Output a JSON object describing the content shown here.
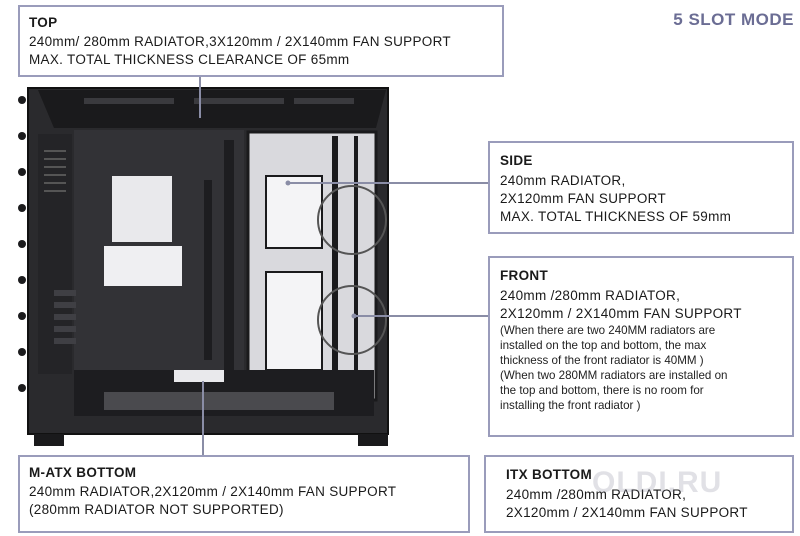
{
  "mode_label": "5 SLOT MODE",
  "top": {
    "title": "TOP",
    "lines": [
      "240mm/ 280mm RADIATOR,3X120mm / 2X140mm FAN SUPPORT",
      "MAX. TOTAL THICKNESS CLEARANCE OF 65mm"
    ]
  },
  "side": {
    "title": "SIDE",
    "lines": [
      "240mm RADIATOR,",
      "2X120mm FAN SUPPORT",
      "MAX. TOTAL THICKNESS OF 59mm"
    ]
  },
  "front": {
    "title": "FRONT",
    "lines": [
      "240mm /280mm RADIATOR,",
      "2X120mm / 2X140mm FAN SUPPORT"
    ],
    "notes": [
      "(When there are two 240MM radiators are",
      "installed on the top and bottom, the max",
      "thickness of the front radiator is 40MM )",
      "(When two 280MM radiators are installed on",
      "the top and bottom, there is no room for",
      "installing the front radiator )"
    ]
  },
  "matx_bottom": {
    "title": "M-ATX BOTTOM",
    "lines": [
      "240mm RADIATOR,2X120mm / 2X140mm FAN SUPPORT",
      "(280mm RADIATOR NOT SUPPORTED)"
    ]
  },
  "itx_bottom": {
    "title": "ITX BOTTOM",
    "lines": [
      "240mm /280mm RADIATOR,",
      "2X120mm / 2X140mm FAN SUPPORT"
    ]
  },
  "watermark": "OLDI.RU",
  "colors": {
    "border": "#9a9cbb",
    "mode_text": "#6b6d94",
    "case_body": "#1c1c1e",
    "connector": "#8a8da6"
  }
}
